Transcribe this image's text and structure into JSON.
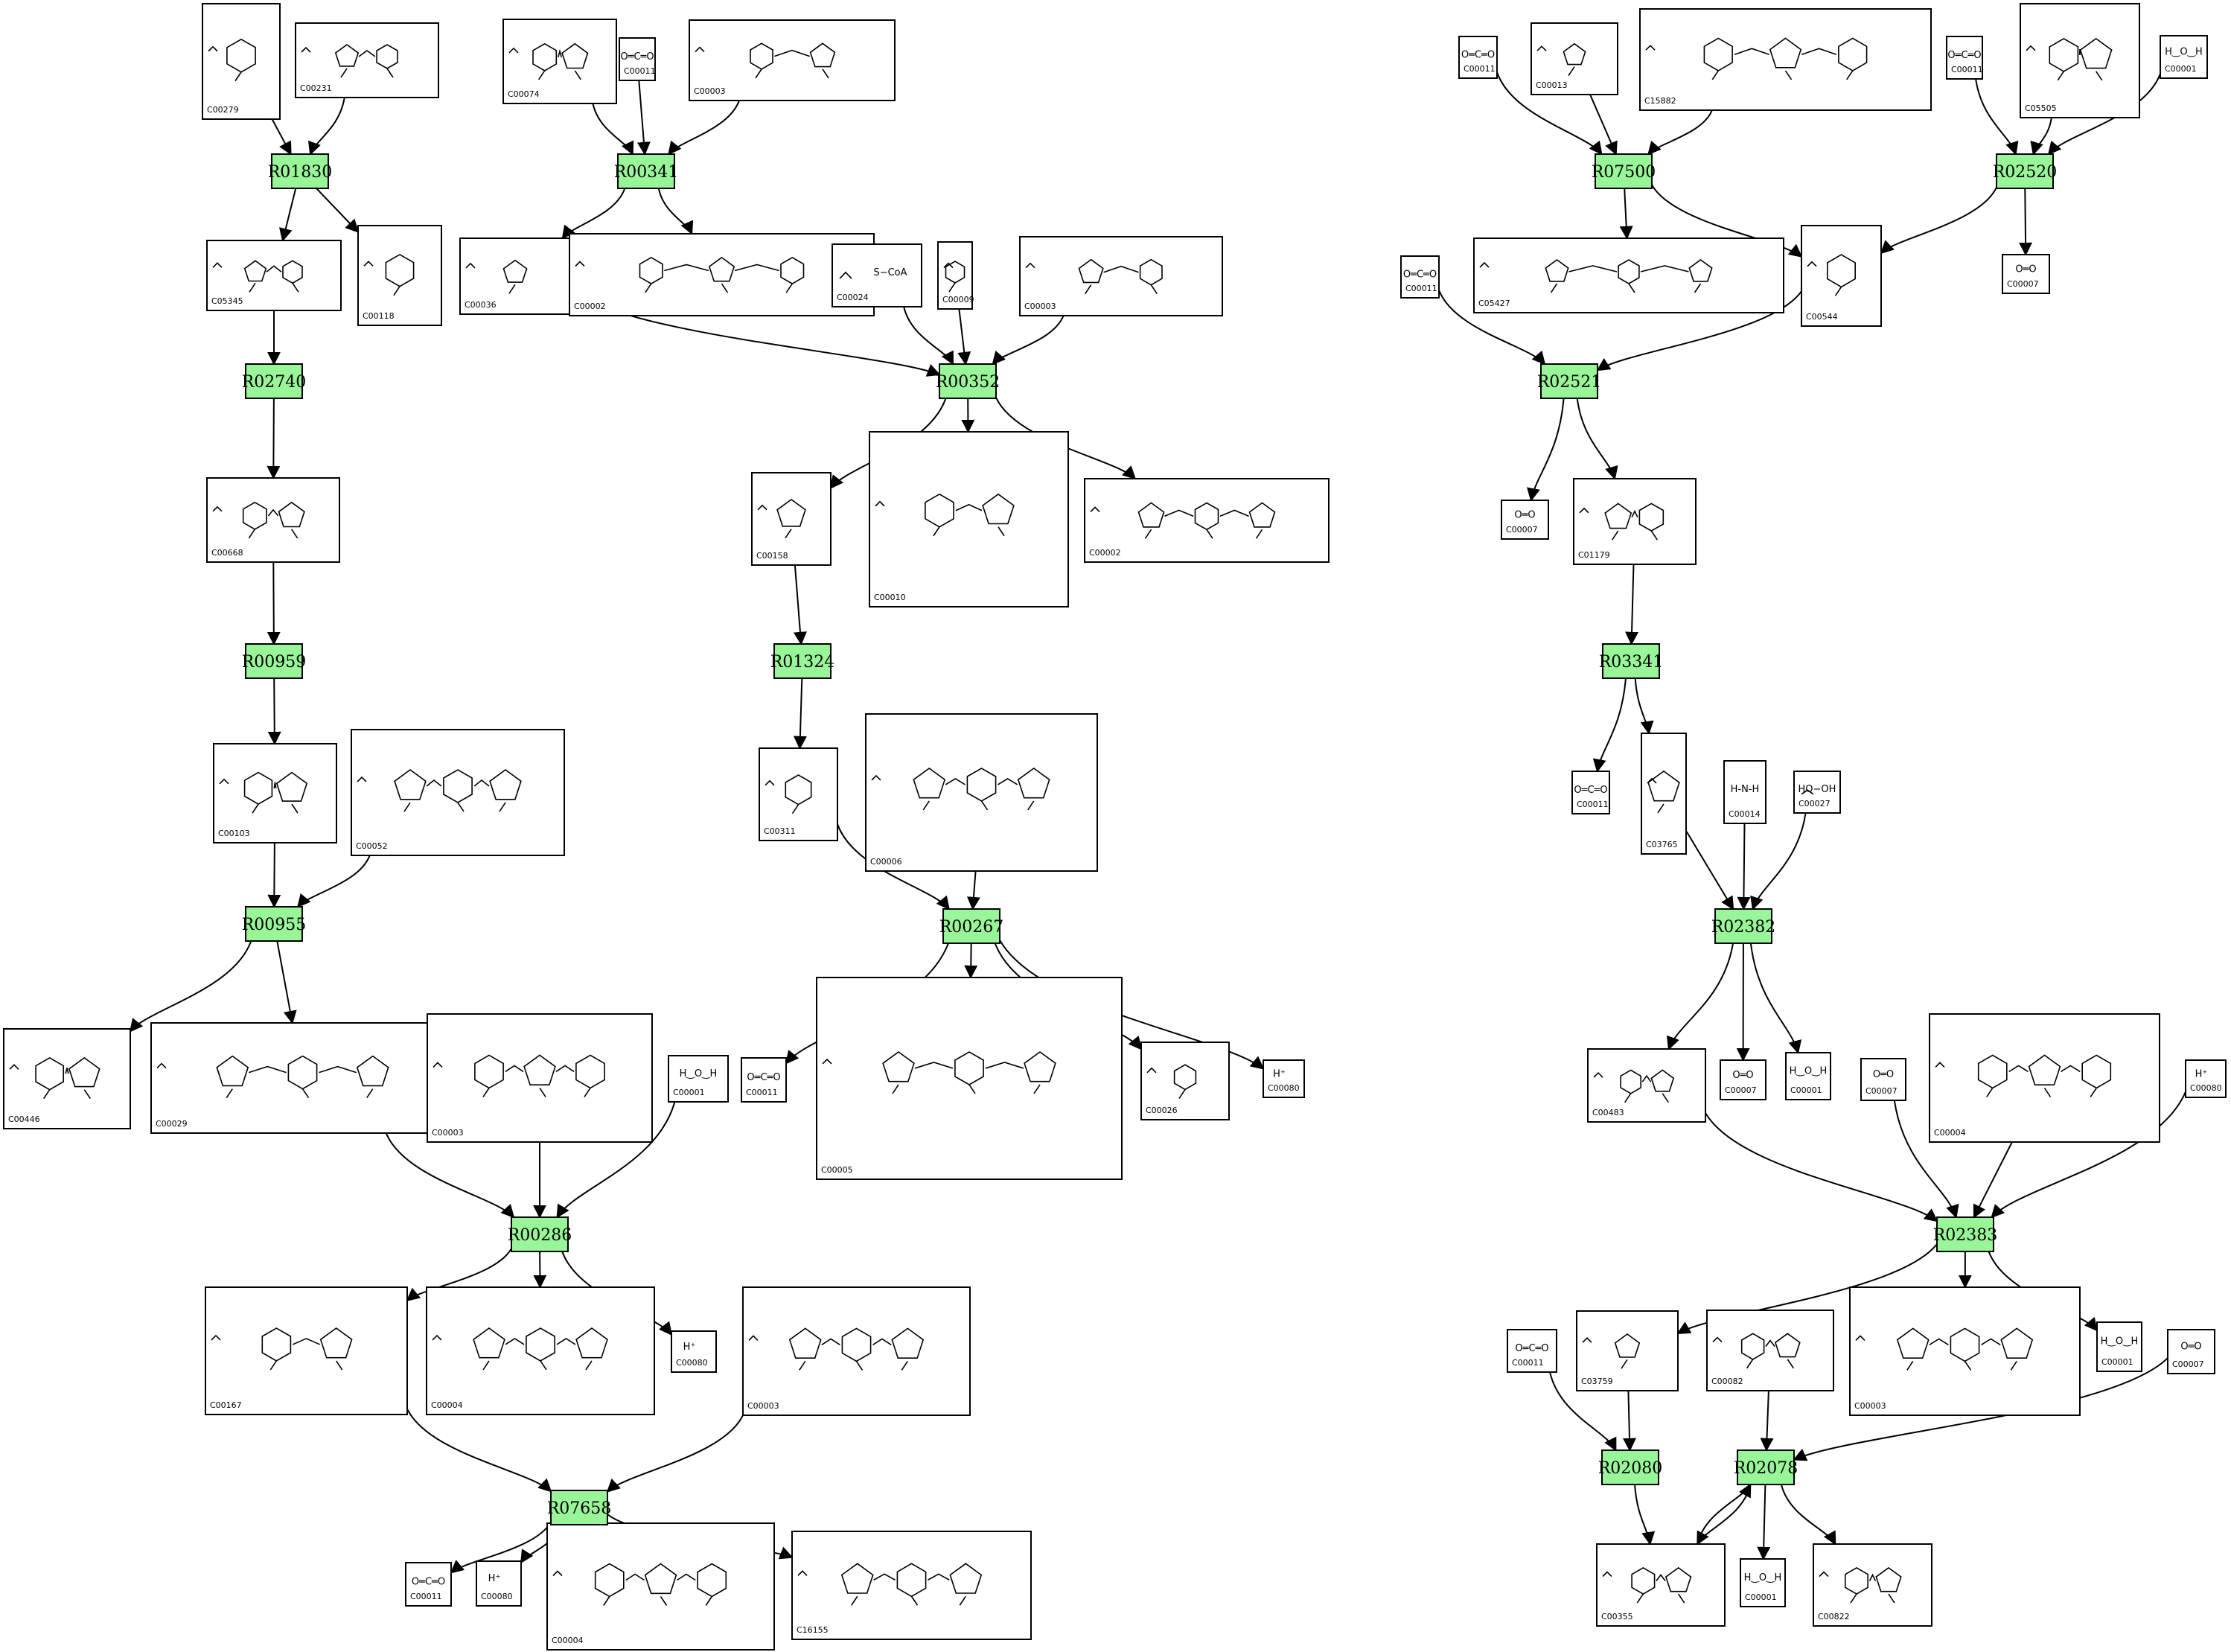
{
  "reactions": [
    {
      "id": "R01830",
      "label": "R01830"
    },
    {
      "id": "R00341",
      "label": "R00341"
    },
    {
      "id": "R02740",
      "label": "R02740"
    },
    {
      "id": "R00352",
      "label": "R00352"
    },
    {
      "id": "R00959",
      "label": "R00959"
    },
    {
      "id": "R01324",
      "label": "R01324"
    },
    {
      "id": "R00955",
      "label": "R00955"
    },
    {
      "id": "R00267",
      "label": "R00267"
    },
    {
      "id": "R00286",
      "label": "R00286"
    },
    {
      "id": "R07658",
      "label": "R07658"
    },
    {
      "id": "R07500",
      "label": "R07500"
    },
    {
      "id": "R02520",
      "label": "R02520"
    },
    {
      "id": "R02521",
      "label": "R02521"
    },
    {
      "id": "R03341",
      "label": "R03341"
    },
    {
      "id": "R02382",
      "label": "R02382"
    },
    {
      "id": "R02383",
      "label": "R02383"
    },
    {
      "id": "R02080",
      "label": "R02080"
    },
    {
      "id": "R02078",
      "label": "R02078"
    }
  ],
  "compounds": [
    {
      "id": "c279",
      "label": "C00279",
      "kind": "struct"
    },
    {
      "id": "c231",
      "label": "C00231",
      "kind": "struct"
    },
    {
      "id": "c074",
      "label": "C00074",
      "kind": "struct"
    },
    {
      "id": "c011a",
      "label": "C00011",
      "kind": "co2"
    },
    {
      "id": "c003a",
      "label": "C00003",
      "kind": "struct"
    },
    {
      "id": "c5345",
      "label": "C05345",
      "kind": "struct"
    },
    {
      "id": "c118",
      "label": "C00118",
      "kind": "struct"
    },
    {
      "id": "c036",
      "label": "C00036",
      "kind": "struct"
    },
    {
      "id": "c002a",
      "label": "C00002",
      "kind": "struct"
    },
    {
      "id": "c024",
      "label": "C00024",
      "kind": "acoa",
      "text": "S−CoA"
    },
    {
      "id": "c009",
      "label": "C00009",
      "kind": "struct"
    },
    {
      "id": "c003b",
      "label": "C00003",
      "kind": "struct"
    },
    {
      "id": "c668",
      "label": "C00668",
      "kind": "struct"
    },
    {
      "id": "c158",
      "label": "C00158",
      "kind": "struct"
    },
    {
      "id": "c010",
      "label": "C00010",
      "kind": "struct"
    },
    {
      "id": "c002b",
      "label": "C00002",
      "kind": "struct"
    },
    {
      "id": "c103",
      "label": "C00103",
      "kind": "struct"
    },
    {
      "id": "c052",
      "label": "C00052",
      "kind": "struct"
    },
    {
      "id": "c311",
      "label": "C00311",
      "kind": "struct"
    },
    {
      "id": "c006",
      "label": "C00006",
      "kind": "struct"
    },
    {
      "id": "c446",
      "label": "C00446",
      "kind": "struct"
    },
    {
      "id": "c029",
      "label": "C00029",
      "kind": "struct"
    },
    {
      "id": "c003c",
      "label": "C00003",
      "kind": "struct"
    },
    {
      "id": "c001a",
      "label": "C00001",
      "kind": "h2o"
    },
    {
      "id": "c011b",
      "label": "C00011",
      "kind": "co2"
    },
    {
      "id": "c005",
      "label": "C00005",
      "kind": "struct"
    },
    {
      "id": "c026",
      "label": "C00026",
      "kind": "struct"
    },
    {
      "id": "c080a",
      "label": "C00080",
      "kind": "hplus"
    },
    {
      "id": "c167",
      "label": "C00167",
      "kind": "struct"
    },
    {
      "id": "c004a",
      "label": "C00004",
      "kind": "struct"
    },
    {
      "id": "c080b",
      "label": "C00080",
      "kind": "hplus"
    },
    {
      "id": "c003d",
      "label": "C00003",
      "kind": "struct"
    },
    {
      "id": "c011c",
      "label": "C00011",
      "kind": "co2"
    },
    {
      "id": "c080c",
      "label": "C00080",
      "kind": "hplus"
    },
    {
      "id": "c004b",
      "label": "C00004",
      "kind": "struct"
    },
    {
      "id": "c16155",
      "label": "C16155",
      "kind": "struct"
    },
    {
      "id": "c011d",
      "label": "C00011",
      "kind": "co2"
    },
    {
      "id": "c013",
      "label": "C00013",
      "kind": "struct"
    },
    {
      "id": "c15882",
      "label": "C15882",
      "kind": "struct"
    },
    {
      "id": "c011e",
      "label": "C00011",
      "kind": "co2"
    },
    {
      "id": "c5505",
      "label": "C05505",
      "kind": "struct"
    },
    {
      "id": "c001b",
      "label": "C00001",
      "kind": "h2o"
    },
    {
      "id": "c011f",
      "label": "C00011",
      "kind": "co2"
    },
    {
      "id": "c5427",
      "label": "C05427",
      "kind": "struct"
    },
    {
      "id": "c544",
      "label": "C00544",
      "kind": "struct"
    },
    {
      "id": "c007a",
      "label": "C00007",
      "kind": "o2"
    },
    {
      "id": "c007b",
      "label": "C00007",
      "kind": "o2"
    },
    {
      "id": "c1179",
      "label": "C01179",
      "kind": "struct"
    },
    {
      "id": "c011g",
      "label": "C00011",
      "kind": "co2"
    },
    {
      "id": "c3765",
      "label": "C03765",
      "kind": "struct"
    },
    {
      "id": "c014",
      "label": "C00014",
      "kind": "nh3"
    },
    {
      "id": "c027",
      "label": "C00027",
      "kind": "h2o2",
      "text": "HO−OH"
    },
    {
      "id": "c483",
      "label": "C00483",
      "kind": "struct"
    },
    {
      "id": "c007c",
      "label": "C00007",
      "kind": "o2"
    },
    {
      "id": "c001c",
      "label": "C00001",
      "kind": "h2o"
    },
    {
      "id": "c007d",
      "label": "C00007",
      "kind": "o2"
    },
    {
      "id": "c004c",
      "label": "C00004",
      "kind": "struct"
    },
    {
      "id": "c080d",
      "label": "C00080",
      "kind": "hplus"
    },
    {
      "id": "c011h",
      "label": "C00011",
      "kind": "co2"
    },
    {
      "id": "c3759",
      "label": "C03759",
      "kind": "struct"
    },
    {
      "id": "c082",
      "label": "C00082",
      "kind": "struct"
    },
    {
      "id": "c003e",
      "label": "C00003",
      "kind": "struct"
    },
    {
      "id": "c001d",
      "label": "C00001",
      "kind": "h2o"
    },
    {
      "id": "c007e",
      "label": "C00007",
      "kind": "o2"
    },
    {
      "id": "c355",
      "label": "C00355",
      "kind": "struct"
    },
    {
      "id": "c001e",
      "label": "C00001",
      "kind": "h2o"
    },
    {
      "id": "c822",
      "label": "C00822",
      "kind": "struct"
    }
  ],
  "edges": [
    [
      "c279",
      "R01830"
    ],
    [
      "c231",
      "R01830"
    ],
    [
      "R01830",
      "c5345"
    ],
    [
      "R01830",
      "c118"
    ],
    [
      "c074",
      "R00341"
    ],
    [
      "c011a",
      "R00341"
    ],
    [
      "c003a",
      "R00341"
    ],
    [
      "R00341",
      "c036"
    ],
    [
      "R00341",
      "c002a"
    ],
    [
      "c5345",
      "R02740"
    ],
    [
      "R02740",
      "c668"
    ],
    [
      "c036",
      "R00352"
    ],
    [
      "c024",
      "R00352"
    ],
    [
      "c009",
      "R00352"
    ],
    [
      "c003b",
      "R00352"
    ],
    [
      "R00352",
      "c158"
    ],
    [
      "R00352",
      "c010"
    ],
    [
      "R00352",
      "c002b"
    ],
    [
      "c668",
      "R00959"
    ],
    [
      "R00959",
      "c103"
    ],
    [
      "c158",
      "R01324"
    ],
    [
      "R01324",
      "c311"
    ],
    [
      "c103",
      "R00955"
    ],
    [
      "c052",
      "R00955"
    ],
    [
      "R00955",
      "c446"
    ],
    [
      "R00955",
      "c029"
    ],
    [
      "c311",
      "R00267"
    ],
    [
      "c006",
      "R00267"
    ],
    [
      "R00267",
      "c011b"
    ],
    [
      "R00267",
      "c005"
    ],
    [
      "R00267",
      "c026"
    ],
    [
      "R00267",
      "c080a"
    ],
    [
      "c029",
      "R00286"
    ],
    [
      "c003c",
      "R00286"
    ],
    [
      "c001a",
      "R00286"
    ],
    [
      "R00286",
      "c167"
    ],
    [
      "R00286",
      "c004a"
    ],
    [
      "R00286",
      "c080b"
    ],
    [
      "c167",
      "R07658"
    ],
    [
      "c003d",
      "R07658"
    ],
    [
      "R07658",
      "c011c"
    ],
    [
      "R07658",
      "c080c"
    ],
    [
      "R07658",
      "c004b"
    ],
    [
      "R07658",
      "c16155"
    ],
    [
      "c011d",
      "R07500"
    ],
    [
      "c013",
      "R07500"
    ],
    [
      "c15882",
      "R07500"
    ],
    [
      "R07500",
      "c5427"
    ],
    [
      "R07500",
      "c544"
    ],
    [
      "c011e",
      "R02520"
    ],
    [
      "c5505",
      "R02520"
    ],
    [
      "c001b",
      "R02520"
    ],
    [
      "R02520",
      "c544"
    ],
    [
      "R02520",
      "c007a"
    ],
    [
      "c011f",
      "R02521"
    ],
    [
      "c544",
      "R02521"
    ],
    [
      "R02521",
      "c007b"
    ],
    [
      "R02521",
      "c1179"
    ],
    [
      "c1179",
      "R03341"
    ],
    [
      "R03341",
      "c011g"
    ],
    [
      "R03341",
      "c3765"
    ],
    [
      "c3765",
      "R02382"
    ],
    [
      "c014",
      "R02382"
    ],
    [
      "c027",
      "R02382"
    ],
    [
      "R02382",
      "c483"
    ],
    [
      "R02382",
      "c007c"
    ],
    [
      "R02382",
      "c001c"
    ],
    [
      "c483",
      "R02383"
    ],
    [
      "c007d",
      "R02383"
    ],
    [
      "c004c",
      "R02383"
    ],
    [
      "c080d",
      "R02383"
    ],
    [
      "R02383",
      "c3759"
    ],
    [
      "R02383",
      "c003e"
    ],
    [
      "R02383",
      "c001d"
    ],
    [
      "c011h",
      "R02080"
    ],
    [
      "c3759",
      "R02080"
    ],
    [
      "R02080",
      "c355"
    ],
    [
      "c082",
      "R02078"
    ],
    [
      "c007e",
      "R02078"
    ],
    [
      "c355",
      "R02078"
    ],
    [
      "R02078",
      "c355"
    ],
    [
      "R02078",
      "c001e"
    ],
    [
      "R02078",
      "c822"
    ]
  ]
}
